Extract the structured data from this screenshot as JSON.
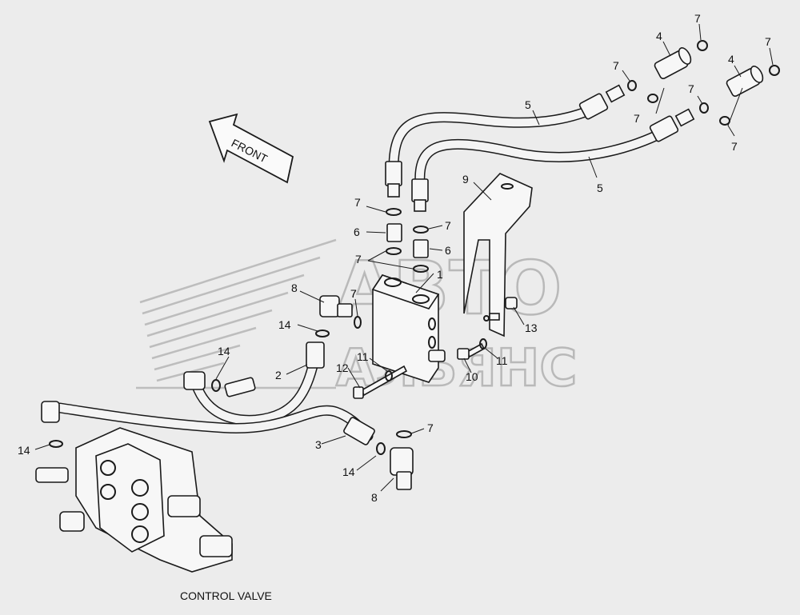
{
  "direction_label": "FRONT",
  "caption": "CONTROL VALVE",
  "watermark": {
    "line1": "АВТО",
    "line2": "АЛЬЯНС"
  },
  "callouts": [
    {
      "id": "c7a",
      "text": "7"
    },
    {
      "id": "c4a",
      "text": "4"
    },
    {
      "id": "c7b",
      "text": "7"
    },
    {
      "id": "c4b",
      "text": "4"
    },
    {
      "id": "c7c",
      "text": "7"
    },
    {
      "id": "c7d",
      "text": "7"
    },
    {
      "id": "c7e",
      "text": "7"
    },
    {
      "id": "c7f",
      "text": "7"
    },
    {
      "id": "c7g",
      "text": "7"
    },
    {
      "id": "c5a",
      "text": "5"
    },
    {
      "id": "c5b",
      "text": "5"
    },
    {
      "id": "c9",
      "text": "9"
    },
    {
      "id": "c7h",
      "text": "7"
    },
    {
      "id": "c7i",
      "text": "7"
    },
    {
      "id": "c6a",
      "text": "6"
    },
    {
      "id": "c6b",
      "text": "6"
    },
    {
      "id": "c7j",
      "text": "7"
    },
    {
      "id": "c1",
      "text": "1"
    },
    {
      "id": "c8a",
      "text": "8"
    },
    {
      "id": "c7k",
      "text": "7"
    },
    {
      "id": "c14a",
      "text": "14"
    },
    {
      "id": "c13",
      "text": "13"
    },
    {
      "id": "c14b",
      "text": "14"
    },
    {
      "id": "c11a",
      "text": "11"
    },
    {
      "id": "c11b",
      "text": "11"
    },
    {
      "id": "c2",
      "text": "2"
    },
    {
      "id": "c12",
      "text": "12"
    },
    {
      "id": "c10",
      "text": "10"
    },
    {
      "id": "c7l",
      "text": "7"
    },
    {
      "id": "c3",
      "text": "3"
    },
    {
      "id": "c14c",
      "text": "14"
    },
    {
      "id": "c14d",
      "text": "14"
    },
    {
      "id": "c8b",
      "text": "8"
    }
  ]
}
